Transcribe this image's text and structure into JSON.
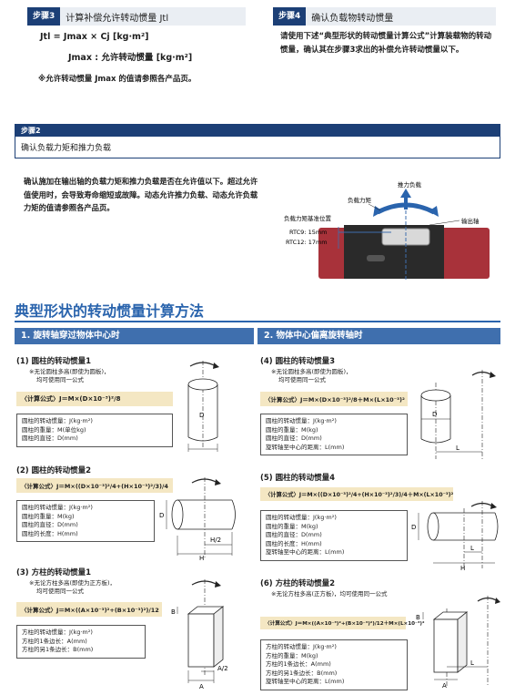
{
  "step3": {
    "badge": "步骤3",
    "title": "计算补偿允许转动惯量 Jtl",
    "formula1": "Jtl = Jmax × Cj [kg·m²]",
    "formula2": "Jmax : 允许转动惯量 [kg·m²]",
    "note": "※允许转动惯量 Jmax 的值请参照各产品页。"
  },
  "step4": {
    "badge": "步骤4",
    "title": "确认负载物转动惯量",
    "text": "请使用下述“典型形状的转动惯量计算公式”计算装载物的转动惯量，确认其在步骤3求出的补偿允许转动惯量以下。"
  },
  "step2": {
    "badge": "步骤2",
    "title": "确认负载力矩和推力负载",
    "text": "确认施加在输出轴的负载力矩和推力负载是否在允许值以下。超过允许值使用时，会导致寿命缩短或故障。动态允许推力负载、动态允许负载力矩的值请参照各产品页。"
  },
  "load_figure": {
    "thrust": "推力负载",
    "moment": "负载力矩",
    "ref_pos": "负载力矩基准位置",
    "rtc9": "RTC9:  15mm",
    "rtc12": "RTC12:  17mm",
    "shaft": "输出轴"
  },
  "section_title": "典型形状的转动惯量计算方法",
  "section1": "1. 旋转轴穿过物体中心时",
  "section2": "2. 物体中心偏离旋转轴时",
  "cases": {
    "c1": {
      "title": "(1) 圆柱的转动惯量1",
      "note1": "※无论圆柱多高(即使为圆板)，",
      "note2": "均可使用同一公式",
      "formula": "〈计算公式〉J＝M×(D×10⁻³)²/8",
      "defs": [
        "圆柱的转动惯量：J(kg·m²)",
        "圆柱的重量：M(单位kg)",
        "圆柱的直径：D(mm)"
      ]
    },
    "c2": {
      "title": "(2) 圆柱的转动惯量2",
      "formula": "〈计算公式〉J＝M×((D×10⁻³)²/4+(H×10⁻³)²/3)/4",
      "defs": [
        "圆柱的转动惯量：J(kg·m²)",
        "圆柱的重量：M(kg)",
        "圆柱的直径：D(mm)",
        "圆柱的长度：H(mm)"
      ]
    },
    "c3": {
      "title": "(3) 方柱的转动惯量1",
      "note1": "※无论方柱多高(即使为正方板)，",
      "note2": "均可使用同一公式",
      "formula": "〈计算公式〉J＝M×((A×10⁻³)²+(B×10⁻³)²)/12",
      "defs": [
        "方柱的转动惯量：J(kg·m²)",
        "方柱的1条边长：A(mm)",
        "方柱的另1条边长：B(mm)"
      ]
    },
    "c4": {
      "title": "(4) 圆柱的转动惯量3",
      "note1": "※无论圆柱多高(即使为圆板)，",
      "note2": "均可使用同一公式",
      "formula": "〈计算公式〉J＝M×(D×10⁻³)²/8＋M×(L×10⁻³)²",
      "defs": [
        "圆柱的转动惯量：J(kg·m²)",
        "圆柱的重量：M(kg)",
        "圆柱的直径：D(mm)",
        "旋转轴至中心的距离：L(mm)"
      ]
    },
    "c5": {
      "title": "(5) 圆柱的转动惯量4",
      "formula": "〈计算公式〉J＝M×((D×10⁻³)²/4+(H×10⁻³)²/3)/4＋M×(L×10⁻³)²",
      "defs": [
        "圆柱的转动惯量：J(kg·m²)",
        "圆柱的重量：M(kg)",
        "圆柱的直径：D(mm)",
        "圆柱的长度：H(mm)",
        "旋转轴至中心的距离：L(mm)"
      ]
    },
    "c6": {
      "title": "(6) 方柱的转动惯量2",
      "note1": "※无论方柱多高(正方板)，均可使用同一公式",
      "formula": "〈计算公式〉J＝M×((A×10⁻³)²+(B×10⁻³)²)/12＋M×(L×10⁻³)²",
      "defs": [
        "方柱的转动惯量：J(kg·m²)",
        "方柱的重量：M(kg)",
        "方柱的1条边长：A(mm)",
        "方柱的另1条边长：B(mm)",
        "旋转轴至中心的距离：L(mm)"
      ]
    }
  },
  "dims": {
    "D": "D",
    "H": "H",
    "H2": "H/2",
    "L": "L",
    "A": "A",
    "B": "B",
    "A2": "A/2"
  },
  "colors": {
    "navy": "#1c3f76",
    "blue": "#3f6fae",
    "title_blue": "#2a64ad",
    "formula_bg": "#f4e7c3"
  }
}
